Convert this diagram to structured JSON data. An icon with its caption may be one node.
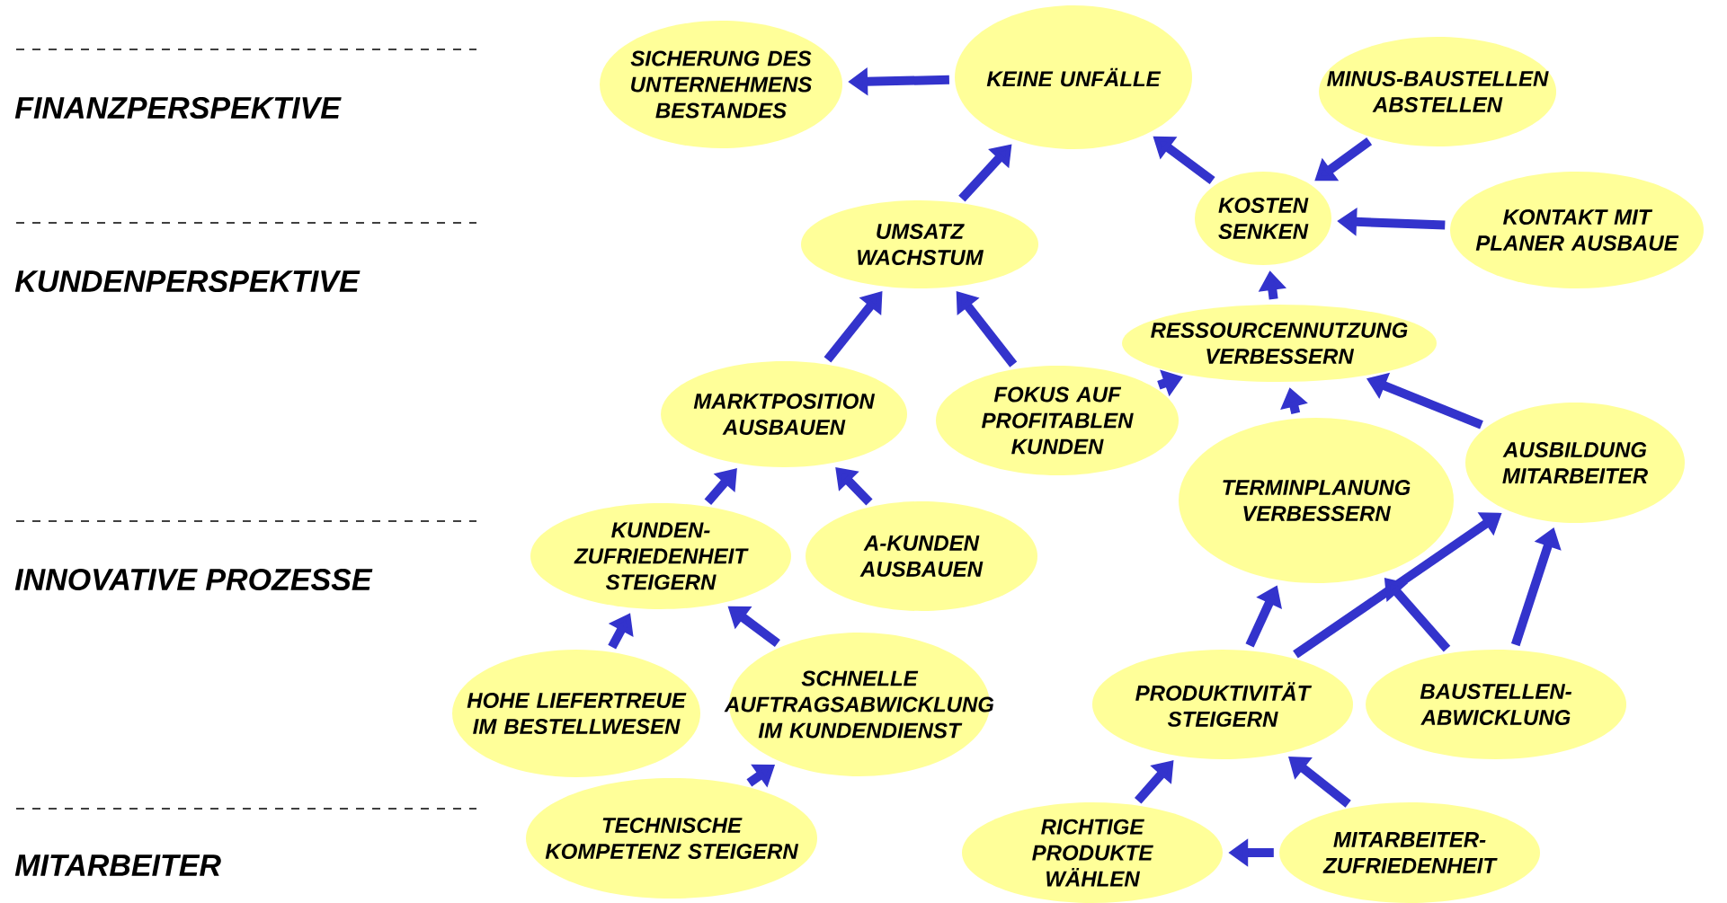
{
  "diagram": {
    "nodes": [
      {
        "text": [
          "SICHERUNG DES UNTERNEHMENS BESTANDES"
        ]
      },
      {
        "text": [
          "KEINE UNFÄLLE"
        ]
      },
      {
        "text": [
          "MINUS-BAUSTELLEN ABSTELLEN"
        ]
      },
      {
        "text": [
          "KOSTEN SENKEN"
        ]
      },
      {
        "text": [
          "KONTAKT MIT PLANER AUSBAUE"
        ]
      },
      {
        "text": [
          "UMSATZ WACHSTUM"
        ]
      },
      {
        "text": [
          "RESSOURCENNUTZUNG VERBESSERN"
        ]
      },
      {
        "text": [
          "MARKTPOSITION AUSBAUEN"
        ]
      },
      {
        "text": [
          "FOKUS AUF PROFITABLEN KUNDEN"
        ]
      },
      {
        "text": [
          "TERMINPLANUNG VERBESSERN"
        ]
      },
      {
        "text": [
          "AUSBILDUNG MITARBEITER"
        ]
      },
      {
        "text": [
          "KUNDEN-ZUFRIEDENHEIT STEIGERN"
        ]
      },
      {
        "text": [
          "A-KUNDEN AUSBAUEN"
        ]
      },
      {
        "text": [
          "HOHE LIEFERTREUE IM BESTELLWESEN"
        ]
      },
      {
        "text": [
          "SCHNELLE AUFTRAGSABWICKLUNG IM KUNDENDIENST"
        ]
      },
      {
        "text": [
          "PRODUKTIVITÄT STEIGERN"
        ]
      },
      {
        "text": [
          "BAUSTELLEN-ABWICKLUNG"
        ]
      },
      {
        "text": [
          "TECHNISCHE KOMPETENZ STEIGERN"
        ]
      },
      {
        "text": [
          "RICHTIGE PRODUKTE WÄHLEN"
        ]
      },
      {
        "text": [
          "MITARBEITER-ZUFRIEDENHEIT"
        ]
      }
    ],
    "edges": [
      {
        "from": 1,
        "to": 0,
        "arrow": "to"
      },
      {
        "from": 5,
        "to": 1,
        "arrow": "to"
      },
      {
        "from": 3,
        "to": 1,
        "arrow": "to"
      },
      {
        "from": 2,
        "to": 3,
        "arrow": "to"
      },
      {
        "from": 4,
        "to": 3,
        "arrow": "to"
      },
      {
        "from": 6,
        "to": 3,
        "arrow": "to"
      },
      {
        "from": 7,
        "to": 5,
        "arrow": "to"
      },
      {
        "from": 8,
        "to": 5,
        "arrow": "to"
      },
      {
        "from": 8,
        "to": 6,
        "arrow": "to"
      },
      {
        "from": 9,
        "to": 6,
        "arrow": "to"
      },
      {
        "from": 10,
        "to": 6,
        "arrow": "to"
      },
      {
        "from": 11,
        "to": 7,
        "arrow": "to"
      },
      {
        "from": 12,
        "to": 7,
        "arrow": "to"
      },
      {
        "from": 13,
        "to": 11,
        "arrow": "to"
      },
      {
        "from": 14,
        "to": 11,
        "arrow": "to"
      },
      {
        "from": 17,
        "to": 14,
        "arrow": "to"
      },
      {
        "from": 15,
        "to": 9,
        "arrow": "to"
      },
      {
        "from": 15,
        "to": 10,
        "arrow": "to"
      },
      {
        "from": 16,
        "to": 9,
        "arrow": "to"
      },
      {
        "from": 16,
        "to": 10,
        "arrow": "to"
      },
      {
        "from": 18,
        "to": 15,
        "arrow": "to"
      },
      {
        "from": 19,
        "to": 15,
        "arrow": "to"
      },
      {
        "from": 19,
        "to": 18,
        "arrow": "to"
      }
    ],
    "labels": [
      "FINANZPERSPEKTIVE",
      "KUNDENPERSPEKTIVE",
      "INNOVATIVE PROZESSE",
      "MITARBEITER"
    ]
  }
}
